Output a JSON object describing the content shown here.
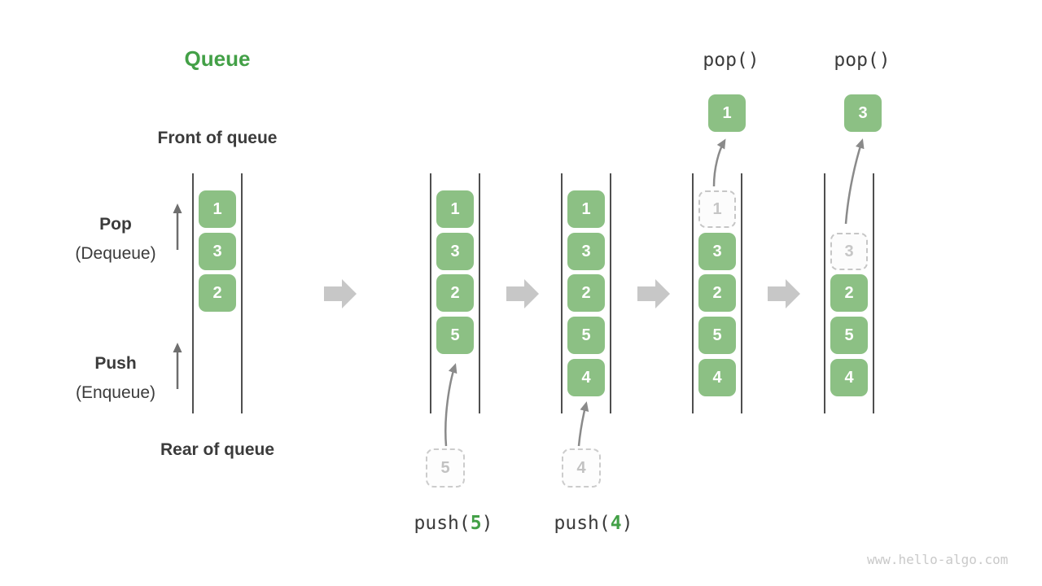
{
  "page": {
    "title": "Queue",
    "watermark": "www.hello-algo.com"
  },
  "labels": {
    "front_of_queue": "Front of queue",
    "rear_of_queue": "Rear of queue",
    "pop": "Pop",
    "pop_alias": "(Dequeue)",
    "push": "Push",
    "push_alias": "(Enqueue)"
  },
  "operations": {
    "pop_first": "pop()",
    "pop_second": "pop()",
    "push5": {
      "pre": "push(",
      "arg": "5",
      "post": ")"
    },
    "push4": {
      "pre": "push(",
      "arg": "4",
      "post": ")"
    }
  },
  "queues": [
    {
      "state": "initial",
      "slots": [
        "1",
        "3",
        "2"
      ]
    },
    {
      "state": "after-push-5",
      "slots": [
        "1",
        "3",
        "2",
        "5"
      ],
      "pushed": "5"
    },
    {
      "state": "after-push-4",
      "slots": [
        "1",
        "3",
        "2",
        "5",
        "4"
      ],
      "pushed": "4"
    },
    {
      "state": "pop-1",
      "ghost": "1",
      "slots": [
        "3",
        "2",
        "5",
        "4"
      ],
      "popped": "1"
    },
    {
      "state": "pop-3",
      "ghost": "3",
      "slots": [
        "2",
        "5",
        "4"
      ],
      "popped": "3"
    }
  ],
  "icons": {
    "flow_arrow": "right-block-arrow",
    "direction_arrow": "up-arrow",
    "transfer_arrow": "curved-up-arrow"
  },
  "colors": {
    "title_green": "#43A047",
    "box_green": "#8CC084",
    "box_text": "#ffffff",
    "ghost_gray": "#c6c6c6",
    "flow_arrow_gray": "#c7c7c7",
    "curve_arrow_gray": "#8a8a8a",
    "direction_arrow_gray": "#6e6e6e",
    "wall_gray": "#4f4f4f",
    "text_dark": "#3b3b3b",
    "watermark_gray": "#c9c9c9"
  }
}
